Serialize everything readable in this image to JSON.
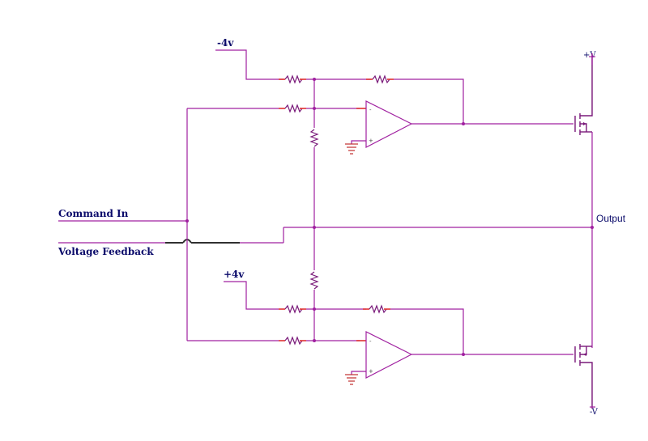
{
  "labels": {
    "neg_supply_ref": "-4v",
    "pos_supply_ref": "+4v",
    "command_in": "Command In",
    "voltage_feedback": "Voltage Feedback",
    "output": "Output",
    "pos_rail": "+V",
    "neg_rail": "-V",
    "pin_minus": "-",
    "pin_plus": "+"
  },
  "colors": {
    "wire": "#a020a0",
    "text": "#0a0a6a",
    "ground": "#c03030"
  },
  "icons": [
    "resistor-icon",
    "op-amp-icon",
    "mosfet-icon",
    "ground-icon",
    "junction-dot"
  ]
}
